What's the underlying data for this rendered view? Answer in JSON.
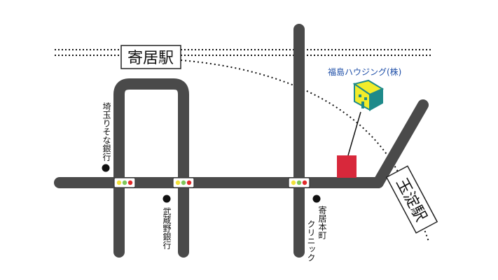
{
  "map": {
    "stations": {
      "main": "寄居駅",
      "secondary": "玉淀駅"
    },
    "company": "福島ハウジング(株)",
    "landmarks": {
      "bank_saitama": "埼玉りそな銀行",
      "bank_musashino": "武蔵野銀行",
      "clinic": "寄居本町クリニック",
      "clinic_line1": "寄居本町",
      "clinic_line2": "クリニック"
    },
    "colors": {
      "road": "#4a4a4a",
      "destination": "#d8283b",
      "logo_yellow": "#f2ec2a",
      "logo_teal": "#1e8a8a",
      "company_text": "#1f4fa8",
      "signal_yellow": "#f2e13a",
      "signal_green": "#7fc65a",
      "signal_red": "#e02a2a"
    },
    "icons": {
      "signal": "traffic-signal-icon",
      "landmark": "landmark-dot-icon",
      "destination": "building-marker-icon",
      "logo": "company-logo-icon"
    }
  }
}
